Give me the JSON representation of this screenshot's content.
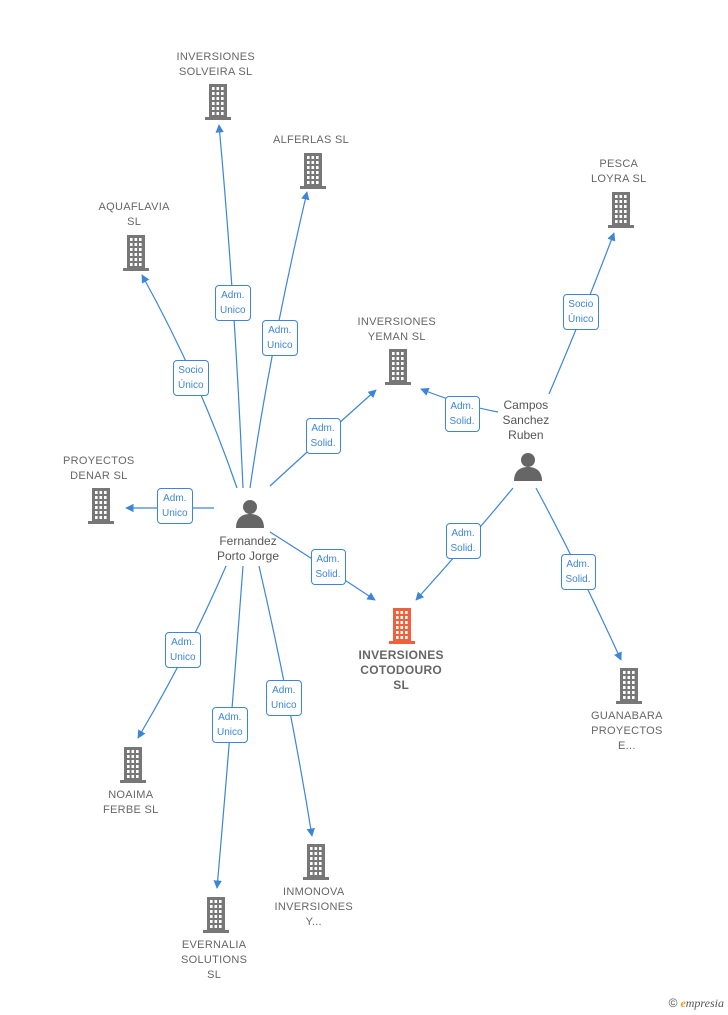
{
  "colors": {
    "edge": "#3d85d8",
    "building": "#777777",
    "focus": "#f0603a",
    "person": "#666666"
  },
  "nodes": [
    {
      "id": "solveira",
      "type": "company",
      "lines": [
        "INVERSIONES",
        "SOLVEIRA  SL"
      ]
    },
    {
      "id": "alferlas",
      "type": "company",
      "lines": [
        "ALFERLAS  SL"
      ]
    },
    {
      "id": "aquaflavia",
      "type": "company",
      "lines": [
        "AQUAFLAVIA",
        "SL"
      ]
    },
    {
      "id": "pesca",
      "type": "company",
      "lines": [
        "PESCA",
        "LOYRA SL"
      ]
    },
    {
      "id": "yeman",
      "type": "company",
      "lines": [
        "INVERSIONES",
        "YEMAN  SL"
      ]
    },
    {
      "id": "denar",
      "type": "company",
      "lines": [
        "PROYECTOS",
        "DENAR SL"
      ]
    },
    {
      "id": "cotodouro",
      "type": "company",
      "focus": true,
      "lines": [
        "INVERSIONES",
        "COTODOURO",
        "SL"
      ]
    },
    {
      "id": "guanabara",
      "type": "company",
      "lines": [
        "GUANABARA",
        "PROYECTOS",
        "E..."
      ]
    },
    {
      "id": "noaima",
      "type": "company",
      "lines": [
        "NOAIMA",
        "FERBE  SL"
      ]
    },
    {
      "id": "inmonova",
      "type": "company",
      "lines": [
        "INMONOVA",
        "INVERSIONES",
        "Y..."
      ]
    },
    {
      "id": "evernalia",
      "type": "company",
      "lines": [
        "EVERNALIA",
        "SOLUTIONS",
        "SL"
      ]
    },
    {
      "id": "fernandez",
      "type": "person",
      "lines": [
        "Fernandez",
        "Porto Jorge"
      ]
    },
    {
      "id": "campos",
      "type": "person",
      "lines": [
        "Campos",
        "Sanchez",
        "Ruben"
      ]
    }
  ],
  "edges": [
    {
      "from": "fernandez",
      "to": "solveira",
      "label": [
        "Adm.",
        "Unico"
      ]
    },
    {
      "from": "fernandez",
      "to": "alferlas",
      "label": [
        "Adm.",
        "Unico"
      ]
    },
    {
      "from": "fernandez",
      "to": "aquaflavia",
      "label": [
        "Socio",
        "Único"
      ]
    },
    {
      "from": "fernandez",
      "to": "yeman",
      "label": [
        "Adm.",
        "Solid."
      ]
    },
    {
      "from": "fernandez",
      "to": "denar",
      "label": [
        "Adm.",
        "Unico"
      ]
    },
    {
      "from": "fernandez",
      "to": "cotodouro",
      "label": [
        "Adm.",
        "Solid."
      ]
    },
    {
      "from": "fernandez",
      "to": "noaima",
      "label": [
        "Adm.",
        "Unico"
      ]
    },
    {
      "from": "fernandez",
      "to": "evernalia",
      "label": [
        "Adm.",
        "Unico"
      ]
    },
    {
      "from": "fernandez",
      "to": "inmonova",
      "label": [
        "Adm.",
        "Unico"
      ]
    },
    {
      "from": "campos",
      "to": "pesca",
      "label": [
        "Socio",
        "Único"
      ]
    },
    {
      "from": "campos",
      "to": "yeman",
      "label": [
        "Adm.",
        "Solid."
      ]
    },
    {
      "from": "campos",
      "to": "cotodouro",
      "label": [
        "Adm.",
        "Solid."
      ]
    },
    {
      "from": "campos",
      "to": "guanabara",
      "label": [
        "Adm.",
        "Solid."
      ]
    }
  ],
  "brand": {
    "copyright": "©",
    "initial": "e",
    "name": "mpresia"
  }
}
